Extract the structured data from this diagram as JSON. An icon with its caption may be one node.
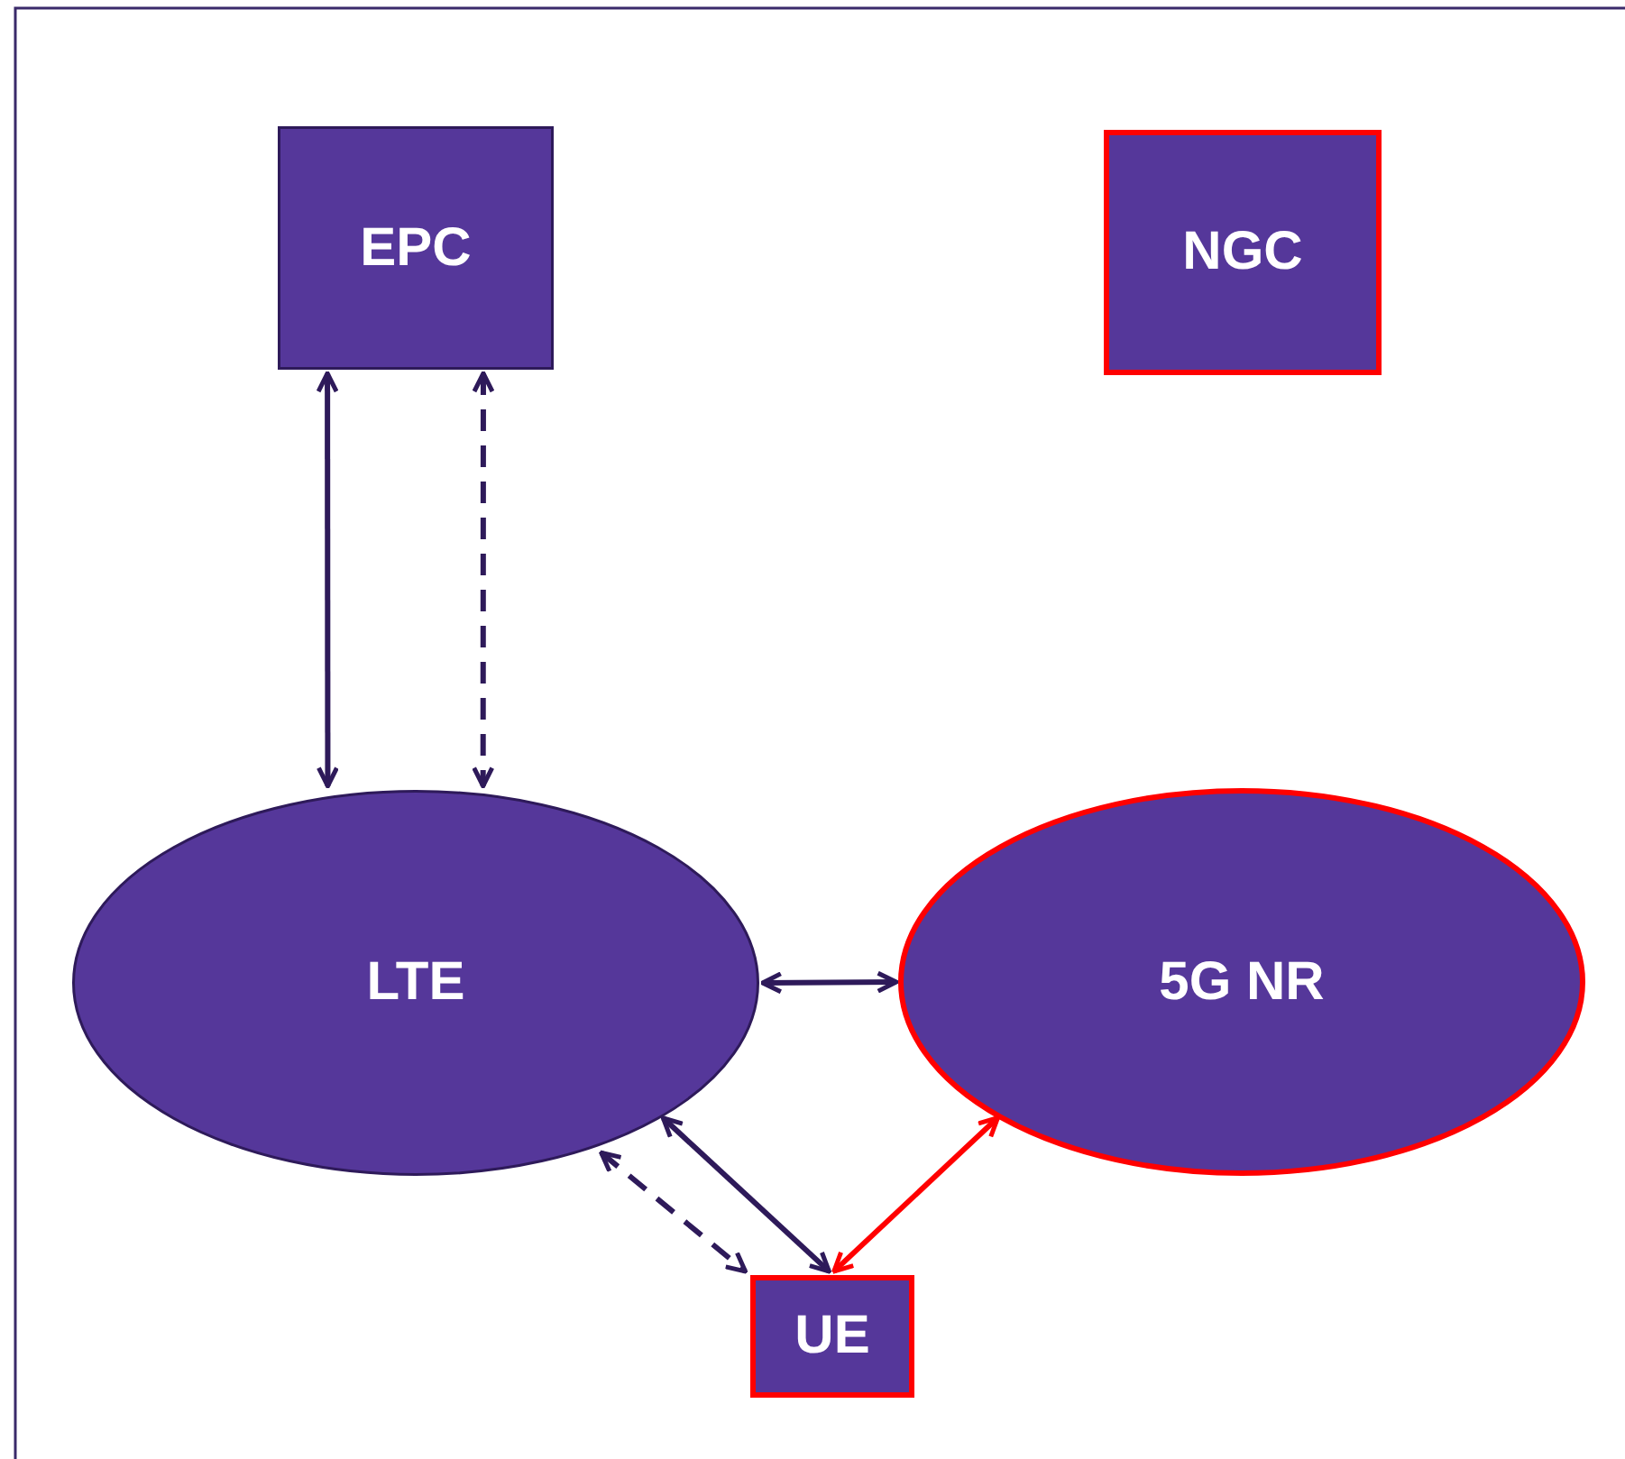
{
  "diagram": {
    "nodes": [
      {
        "text": [
          "EPC"
        ]
      },
      {
        "text": [
          "NGC"
        ]
      },
      {
        "text": [
          "LTE"
        ]
      },
      {
        "text": [
          "5G NR"
        ]
      },
      {
        "text": [
          "UE"
        ]
      }
    ],
    "edges": [
      {
        "from": 0,
        "to": 2,
        "arrow": "both"
      },
      {
        "from": 0,
        "to": 2,
        "arrow": "both",
        "style": "dashed"
      },
      {
        "from": 2,
        "to": 3,
        "arrow": "both"
      },
      {
        "from": 2,
        "to": 4,
        "arrow": "both"
      },
      {
        "from": 2,
        "to": 4,
        "arrow": "both",
        "style": "dashed"
      },
      {
        "from": 3,
        "to": 4,
        "arrow": "both",
        "color": "#ff0000"
      }
    ]
  }
}
